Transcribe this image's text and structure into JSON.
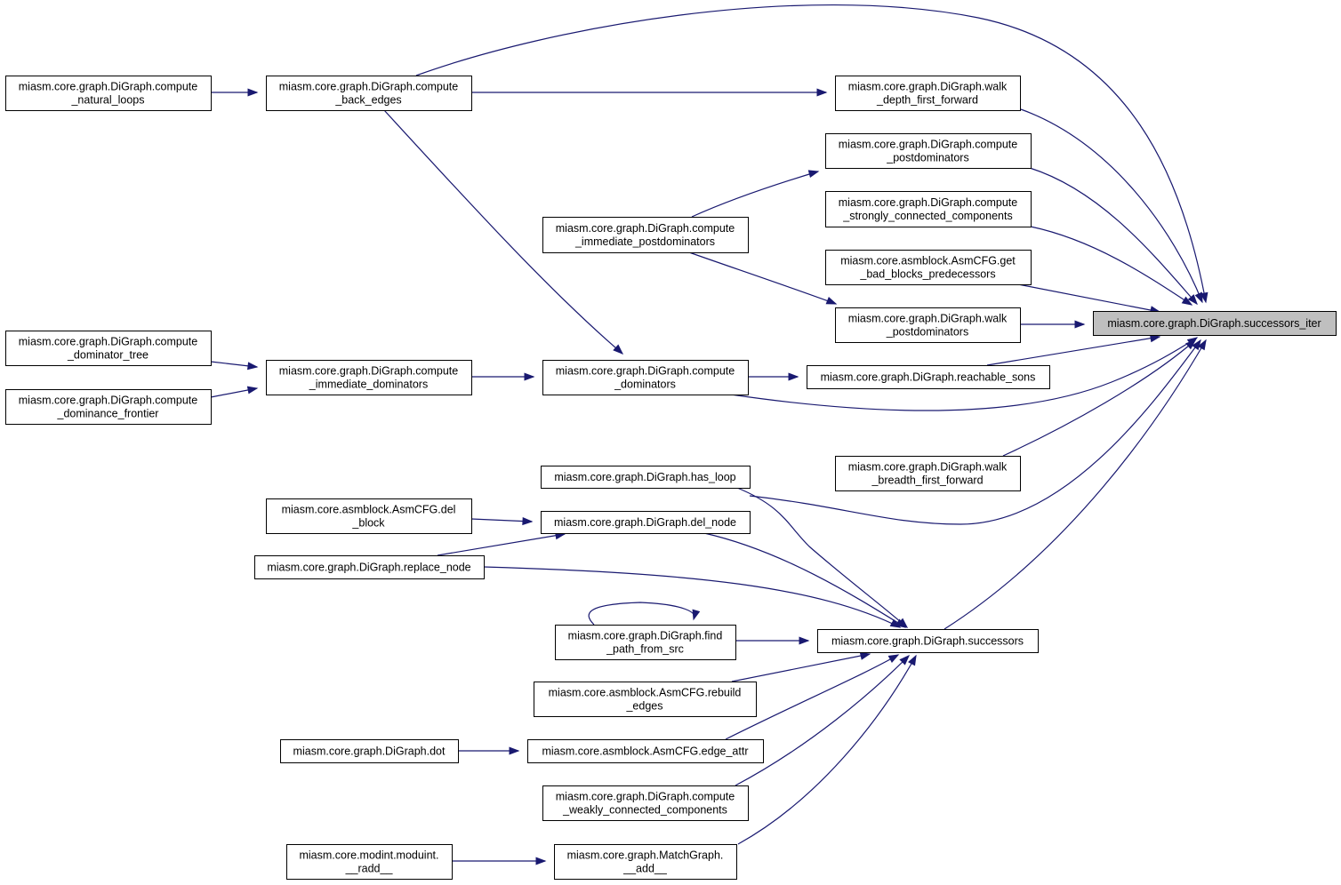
{
  "nodes": {
    "successors_iter": [
      "miasm.core.graph.DiGraph.successors_iter"
    ],
    "natural_loops": [
      "miasm.core.graph.DiGraph.compute",
      "_natural_loops"
    ],
    "back_edges": [
      "miasm.core.graph.DiGraph.compute",
      "_back_edges"
    ],
    "walk_dff": [
      "miasm.core.graph.DiGraph.walk",
      "_depth_first_forward"
    ],
    "postdominators": [
      "miasm.core.graph.DiGraph.compute",
      "_postdominators"
    ],
    "scc": [
      "miasm.core.graph.DiGraph.compute",
      "_strongly_connected_components"
    ],
    "imm_postdom": [
      "miasm.core.graph.DiGraph.compute",
      "_immediate_postdominators"
    ],
    "bad_blocks": [
      "miasm.core.asmblock.AsmCFG.get",
      "_bad_blocks_predecessors"
    ],
    "walk_postdom": [
      "miasm.core.graph.DiGraph.walk",
      "_postdominators"
    ],
    "dom_tree": [
      "miasm.core.graph.DiGraph.compute",
      "_dominator_tree"
    ],
    "imm_dom": [
      "miasm.core.graph.DiGraph.compute",
      "_immediate_dominators"
    ],
    "dominators": [
      "miasm.core.graph.DiGraph.compute",
      "_dominators"
    ],
    "reachable_sons": [
      "miasm.core.graph.DiGraph.reachable_sons"
    ],
    "dom_frontier": [
      "miasm.core.graph.DiGraph.compute",
      "_dominance_frontier"
    ],
    "walk_bff": [
      "miasm.core.graph.DiGraph.walk",
      "_breadth_first_forward"
    ],
    "has_loop": [
      "miasm.core.graph.DiGraph.has_loop"
    ],
    "asm_del_block": [
      "miasm.core.asmblock.AsmCFG.del",
      "_block"
    ],
    "del_node": [
      "miasm.core.graph.DiGraph.del_node"
    ],
    "replace_node": [
      "miasm.core.graph.DiGraph.replace_node"
    ],
    "find_path": [
      "miasm.core.graph.DiGraph.find",
      "_path_from_src"
    ],
    "successors": [
      "miasm.core.graph.DiGraph.successors"
    ],
    "rebuild_edges": [
      "miasm.core.asmblock.AsmCFG.rebuild",
      "_edges"
    ],
    "dot": [
      "miasm.core.graph.DiGraph.dot"
    ],
    "edge_attr": [
      "miasm.core.asmblock.AsmCFG.edge_attr"
    ],
    "wcc": [
      "miasm.core.graph.DiGraph.compute",
      "_weakly_connected_components"
    ],
    "radd": [
      "miasm.core.modint.moduint.",
      "__radd__"
    ],
    "match_add": [
      "miasm.core.graph.MatchGraph.",
      "__add__"
    ]
  },
  "colors": {
    "edge": "#191970",
    "node_fill": "#ffffff",
    "root_fill": "#bfbfbf",
    "node_border": "#000000"
  }
}
